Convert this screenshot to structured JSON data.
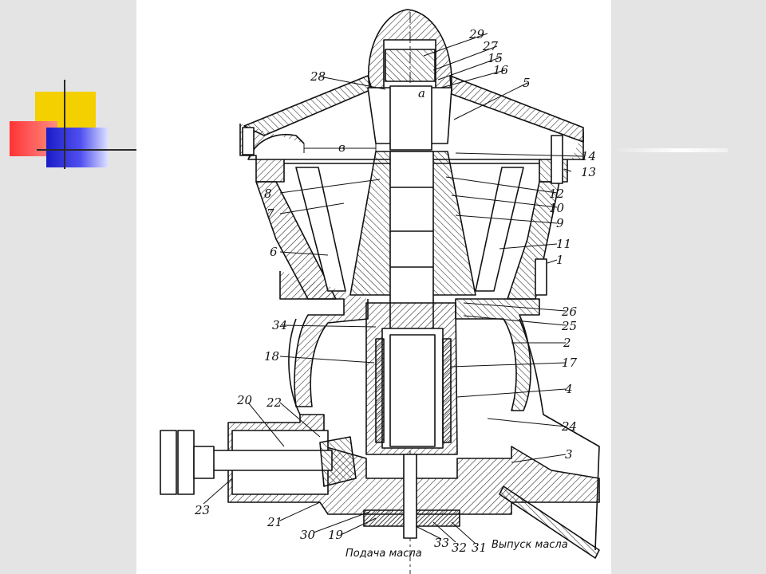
{
  "slide": {
    "decoration": {
      "yellow": "#f5d000",
      "red": "#ff2a2a",
      "blue": "#1c1cc8"
    },
    "drawing_background": "#ffffff",
    "line_color": "#111111"
  },
  "labels": {
    "n1": "1",
    "n2": "2",
    "n3": "3",
    "n4": "4",
    "n5": "5",
    "n6": "6",
    "n7": "7",
    "n8": "8",
    "n9": "9",
    "n10": "10",
    "n11": "11",
    "n12": "12",
    "n13": "13",
    "n14": "14",
    "n15": "15",
    "n16": "16",
    "n17": "17",
    "n18": "18",
    "n19": "19",
    "n20": "20",
    "n21": "21",
    "n22": "22",
    "n23": "23",
    "n24": "24",
    "n25": "25",
    "n26": "26",
    "n27": "27",
    "n28": "28",
    "n29": "29",
    "n30": "30",
    "n31": "31",
    "n32": "32",
    "n33": "33",
    "n34": "34",
    "a": "а",
    "b": "в"
  },
  "captions": {
    "oil_supply": "Подача масла",
    "oil_outlet": "Выпуск масла"
  }
}
